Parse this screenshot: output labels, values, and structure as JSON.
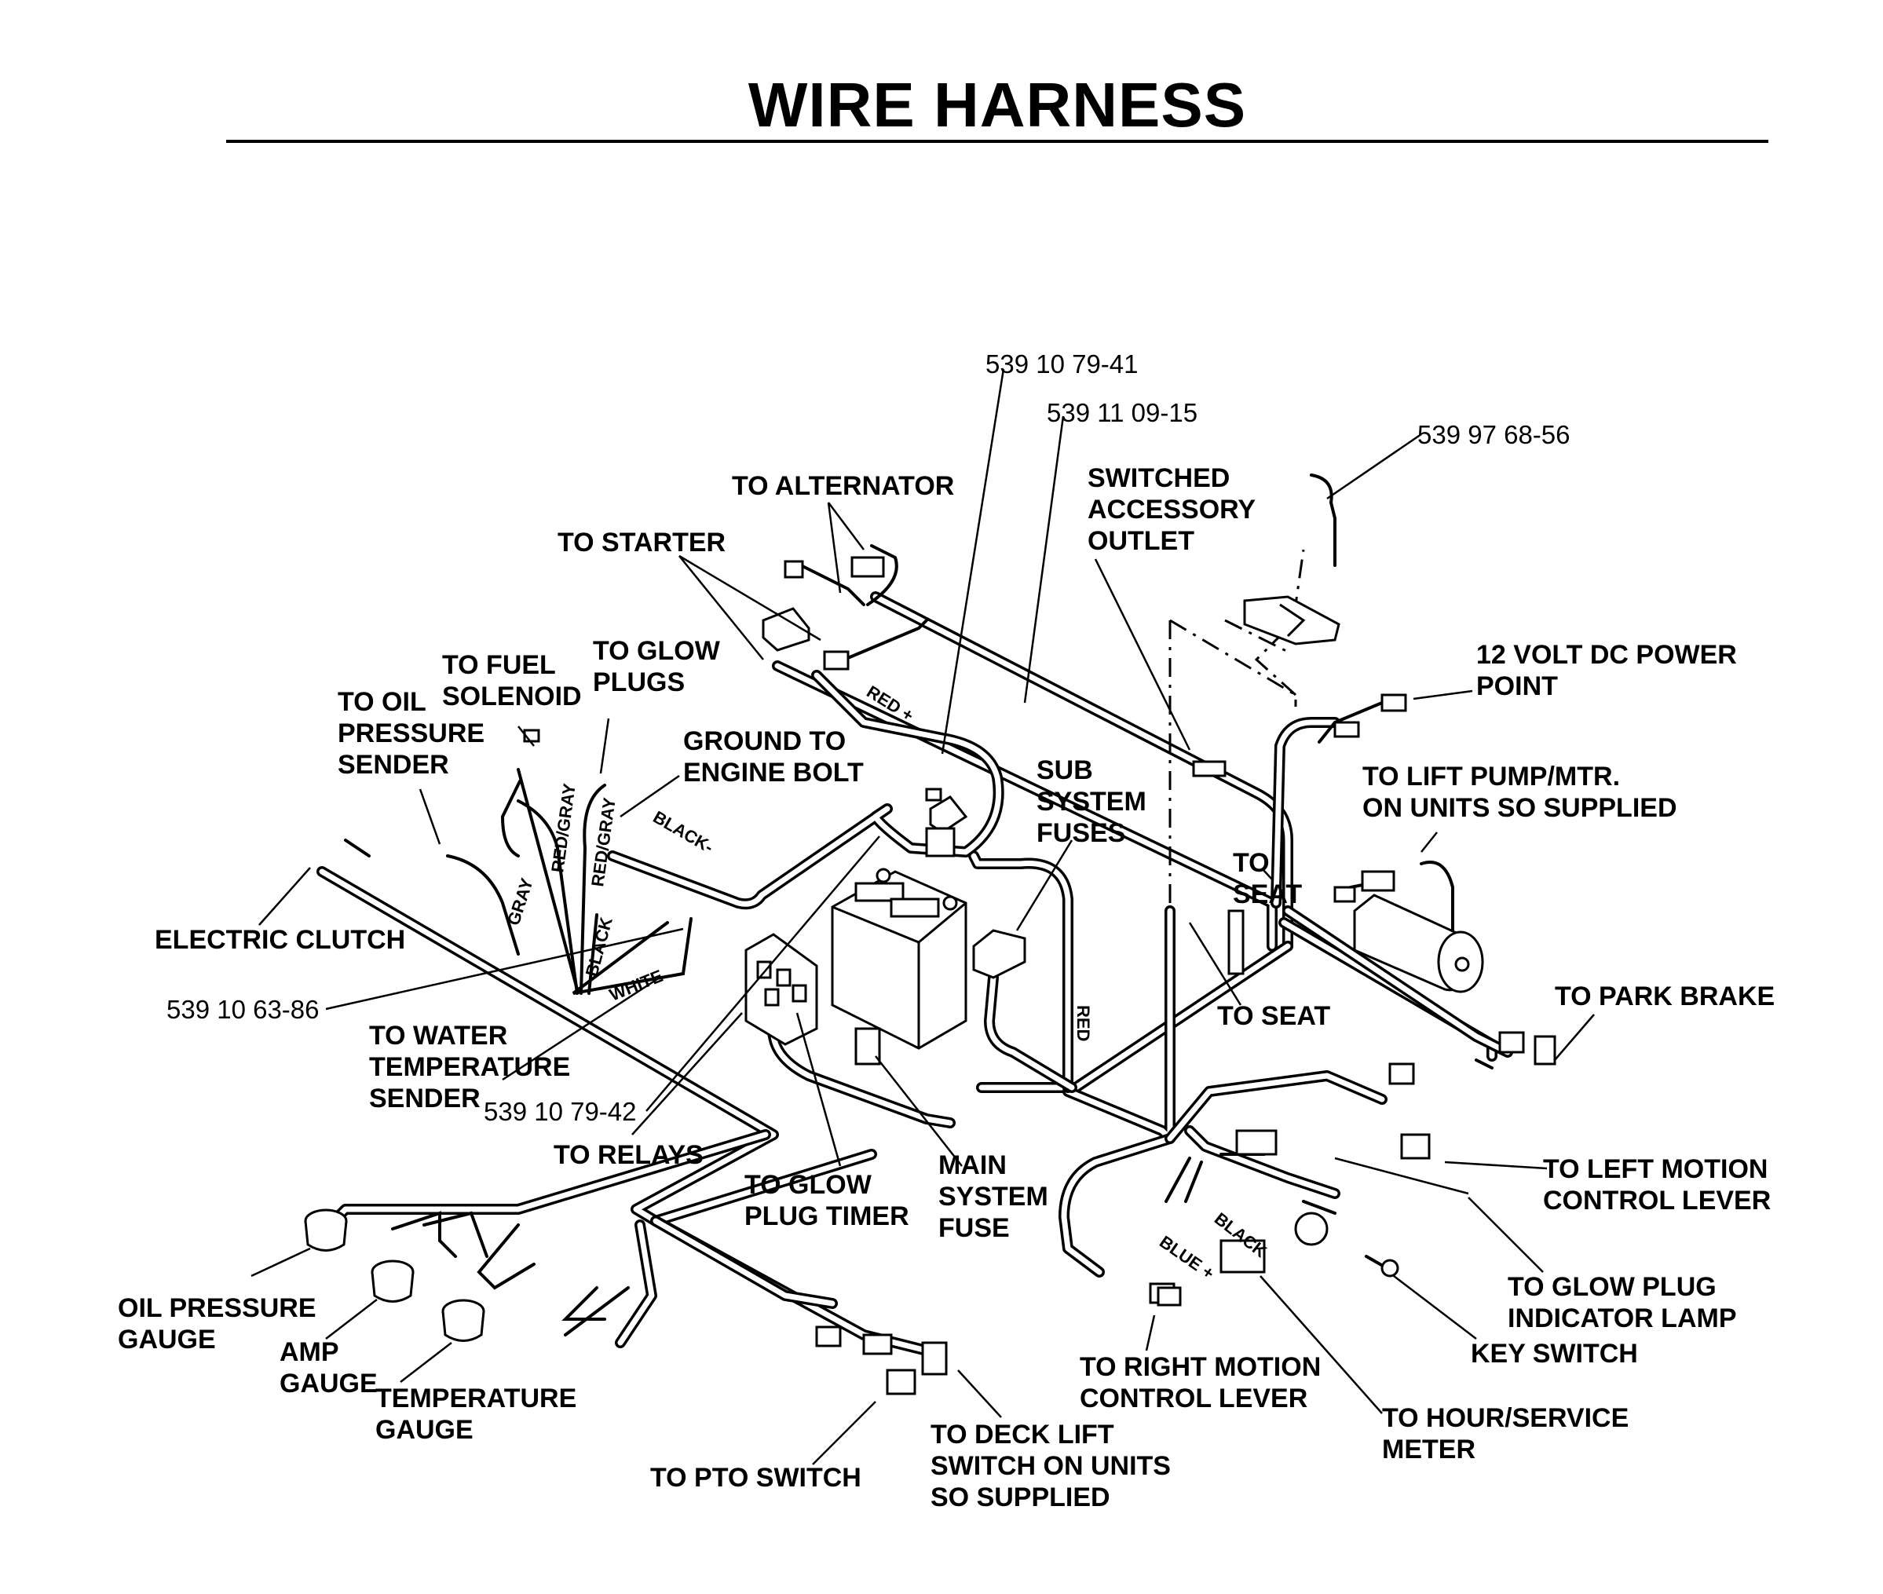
{
  "title": "WIRE HARNESS",
  "part_numbers": {
    "pn1": "539 10 79-41",
    "pn2": "539 11 09-15",
    "pn3": "539 97 68-56",
    "pn4": "539 10 63-86",
    "pn5": "539 10 79-42"
  },
  "labels": {
    "to_alternator": "TO ALTERNATOR",
    "to_starter": "TO STARTER",
    "switched_accessory": [
      "SWITCHED",
      "ACCESSORY",
      "OUTLET"
    ],
    "to_glow_plugs": [
      "TO GLOW",
      "PLUGS"
    ],
    "to_fuel_solenoid": [
      "TO FUEL",
      "SOLENOID"
    ],
    "to_oil_pressure_sender": [
      "TO OIL",
      "PRESSURE",
      "SENDER"
    ],
    "ground_to_engine_bolt": [
      "GROUND TO",
      "ENGINE BOLT"
    ],
    "sub_system_fuses": [
      "SUB",
      "SYSTEM",
      "FUSES"
    ],
    "power_point": [
      "12 VOLT DC POWER",
      "POINT"
    ],
    "to_lift_pump": [
      "TO LIFT PUMP/MTR.",
      "ON UNITS SO SUPPLIED"
    ],
    "to_seat_upper": [
      "TO",
      "SEAT"
    ],
    "to_seat_lower": "TO SEAT",
    "electric_clutch": "ELECTRIC CLUTCH",
    "to_park_brake": "TO PARK BRAKE",
    "to_water_temp_sender": [
      "TO WATER",
      "TEMPERATURE",
      "SENDER"
    ],
    "to_relays": "TO RELAYS",
    "to_glow_plug_timer": [
      "TO GLOW",
      "PLUG TIMER"
    ],
    "main_system_fuse": [
      "MAIN",
      "SYSTEM",
      "FUSE"
    ],
    "to_left_motion": [
      "TO LEFT MOTION",
      "CONTROL LEVER"
    ],
    "to_glow_plug_lamp": [
      "TO GLOW PLUG",
      "INDICATOR LAMP"
    ],
    "key_switch": "KEY SWITCH",
    "oil_pressure_gauge": [
      "OIL PRESSURE",
      "GAUGE"
    ],
    "amp_gauge": [
      "AMP",
      "GAUGE"
    ],
    "temperature_gauge": [
      "TEMPERATURE",
      "GAUGE"
    ],
    "to_right_motion": [
      "TO RIGHT MOTION",
      "CONTROL LEVER"
    ],
    "to_hour_meter": [
      "TO HOUR/SERVICE",
      "METER"
    ],
    "to_deck_lift": [
      "TO DECK LIFT",
      "SWITCH ON UNITS",
      "SO SUPPLIED"
    ],
    "to_pto_switch": "TO PTO SWITCH"
  },
  "wire_tags": {
    "red_plus": "RED +",
    "black_minus": "BLACK-",
    "red": "RED",
    "red_gray_1": "RED/GRAY",
    "red_gray_2": "RED/GRAY",
    "gray": "GRAY",
    "black": "BLACK",
    "white": "WHITE",
    "black_2": "BLACK",
    "blue_plus": "BLUE +"
  }
}
